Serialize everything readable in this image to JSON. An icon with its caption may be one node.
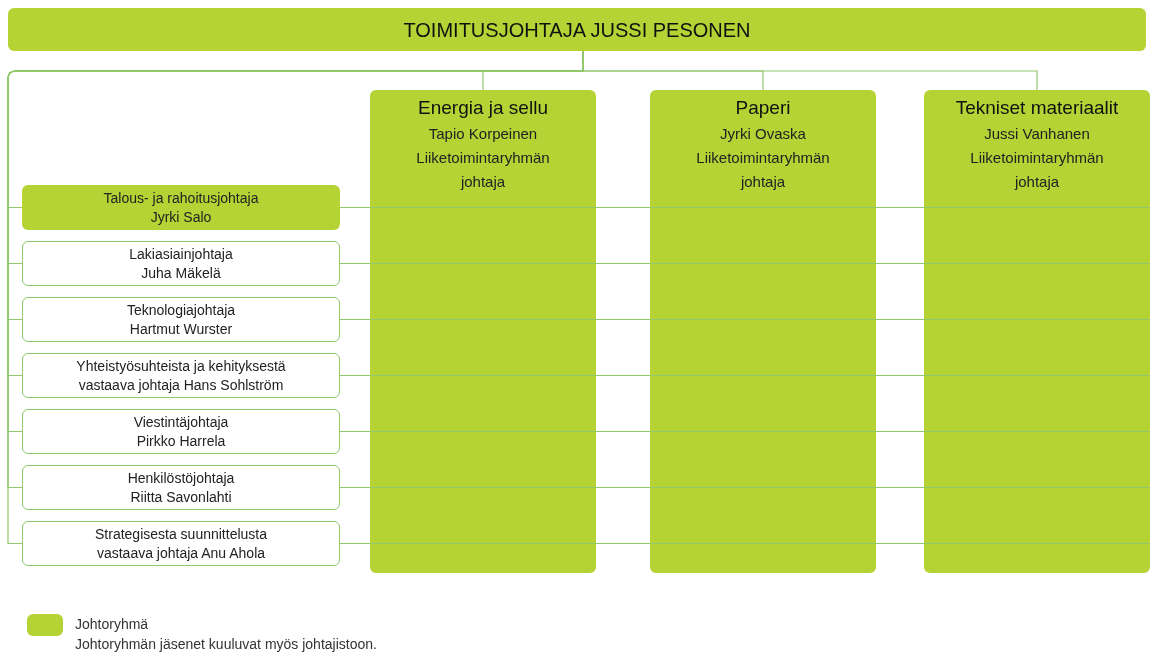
{
  "diagram": {
    "nodes": [
      {
        "text": [
          "TOIMITUSJOHTAJA JUSSI PESONEN"
        ]
      },
      {
        "text": [
          "Energia ja sellu",
          "Tapio Korpeinen",
          "Liiketoimintaryhmän johtaja"
        ]
      },
      {
        "text": [
          "Paperi",
          "Jyrki Ovaska",
          "Liiketoimintaryhmän johtaja"
        ]
      },
      {
        "text": [
          "Tekniset materiaalit",
          "Jussi Vanhanen",
          "Liiketoimintaryhmän johtaja"
        ]
      },
      {
        "text": [
          "Talous- ja rahoitusjohtaja",
          "Jyrki Salo"
        ]
      },
      {
        "text": [
          "Lakiasiainjohtaja",
          "Juha Mäkelä"
        ]
      },
      {
        "text": [
          "Teknologiajohtaja",
          "Hartmut Wurster"
        ]
      },
      {
        "text": [
          "Yhteistyösuhteista ja kehityksestä vastaava johtaja Hans Sohlström"
        ]
      },
      {
        "text": [
          "Viestintäjohtaja",
          "Pirkko Harrela"
        ]
      },
      {
        "text": [
          "Henkilöstöjohtaja",
          "Riitta Savonlahti"
        ]
      },
      {
        "text": [
          "Strategisesta suunnittelusta vastaava johtaja Anu Ahola"
        ]
      }
    ],
    "edges": [
      {
        "from": 0,
        "to": 1,
        "arrow": "none"
      },
      {
        "from": 0,
        "to": 2,
        "arrow": "none"
      },
      {
        "from": 0,
        "to": 3,
        "arrow": "none"
      },
      {
        "from": 0,
        "to": 4,
        "arrow": "none"
      },
      {
        "from": 0,
        "to": 5,
        "arrow": "none"
      },
      {
        "from": 0,
        "to": 6,
        "arrow": "none"
      },
      {
        "from": 0,
        "to": 7,
        "arrow": "none"
      },
      {
        "from": 0,
        "to": 8,
        "arrow": "none"
      },
      {
        "from": 0,
        "to": 9,
        "arrow": "none"
      },
      {
        "from": 0,
        "to": 10,
        "arrow": "none"
      },
      {
        "from": 4,
        "to": 1,
        "arrow": "none"
      },
      {
        "from": 5,
        "to": 1,
        "arrow": "none"
      },
      {
        "from": 6,
        "to": 1,
        "arrow": "none"
      },
      {
        "from": 7,
        "to": 1,
        "arrow": "none"
      },
      {
        "from": 8,
        "to": 1,
        "arrow": "none"
      },
      {
        "from": 9,
        "to": 1,
        "arrow": "none"
      },
      {
        "from": 10,
        "to": 1,
        "arrow": "none"
      },
      {
        "from": 1,
        "to": 2,
        "arrow": "none"
      },
      {
        "from": 1,
        "to": 2,
        "arrow": "none"
      },
      {
        "from": 1,
        "to": 2,
        "arrow": "none"
      },
      {
        "from": 1,
        "to": 2,
        "arrow": "none"
      },
      {
        "from": 1,
        "to": 2,
        "arrow": "none"
      },
      {
        "from": 1,
        "to": 2,
        "arrow": "none"
      },
      {
        "from": 1,
        "to": 2,
        "arrow": "none"
      },
      {
        "from": 2,
        "to": 3,
        "arrow": "none"
      },
      {
        "from": 2,
        "to": 3,
        "arrow": "none"
      },
      {
        "from": 2,
        "to": 3,
        "arrow": "none"
      },
      {
        "from": 2,
        "to": 3,
        "arrow": "none"
      },
      {
        "from": 2,
        "to": 3,
        "arrow": "none"
      },
      {
        "from": 2,
        "to": 3,
        "arrow": "none"
      },
      {
        "from": 2,
        "to": 3,
        "arrow": "none"
      }
    ],
    "labels": [
      "Johtoryhmän jäsenet kuuluvat myös johtajistoon."
    ],
    "legend": [
      {
        "text": "Johtoryhmä",
        "color": "#b5d334"
      }
    ]
  }
}
